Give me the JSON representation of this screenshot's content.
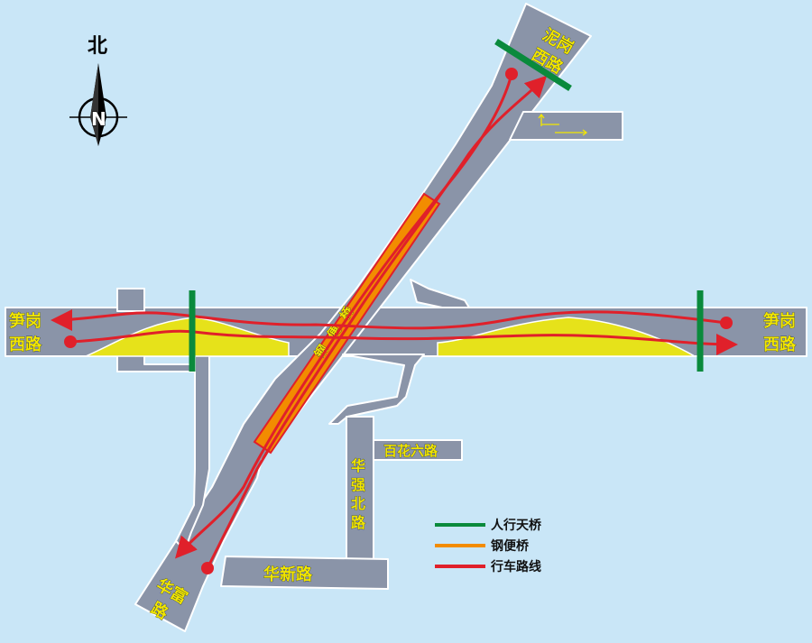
{
  "compass": {
    "north_label": "北",
    "n_letter": "N"
  },
  "roads": {
    "nigang_west": [
      "泥岗",
      "西路"
    ],
    "sungang_west_left": [
      "笋岗",
      "西路"
    ],
    "sungang_west_right": [
      "笋岗",
      "西路"
    ],
    "baihua_six": "百花六路",
    "huaqiang_north": [
      "华",
      "强",
      "北",
      "路"
    ],
    "huaxin": "华新路",
    "huafu": [
      "华富",
      "路"
    ],
    "steel_bridge": [
      "钢",
      "便",
      "桥"
    ]
  },
  "legend": [
    {
      "label": "人行天桥",
      "color": "#0a8a3c"
    },
    {
      "label": "钢便桥",
      "color": "#f28c00"
    },
    {
      "label": "行车路线",
      "color": "#e0202a"
    }
  ],
  "colors": {
    "background": "#c9e6f7",
    "road": "#8a94a8",
    "road_outline": "#ffffff",
    "yellow_zone": "#e6e21a",
    "steel_bridge": "#f28c00",
    "steel_bridge_outline": "#e0202a",
    "route": "#e0202a",
    "footbridge": "#0a8a3c",
    "label": "#f2e600"
  }
}
